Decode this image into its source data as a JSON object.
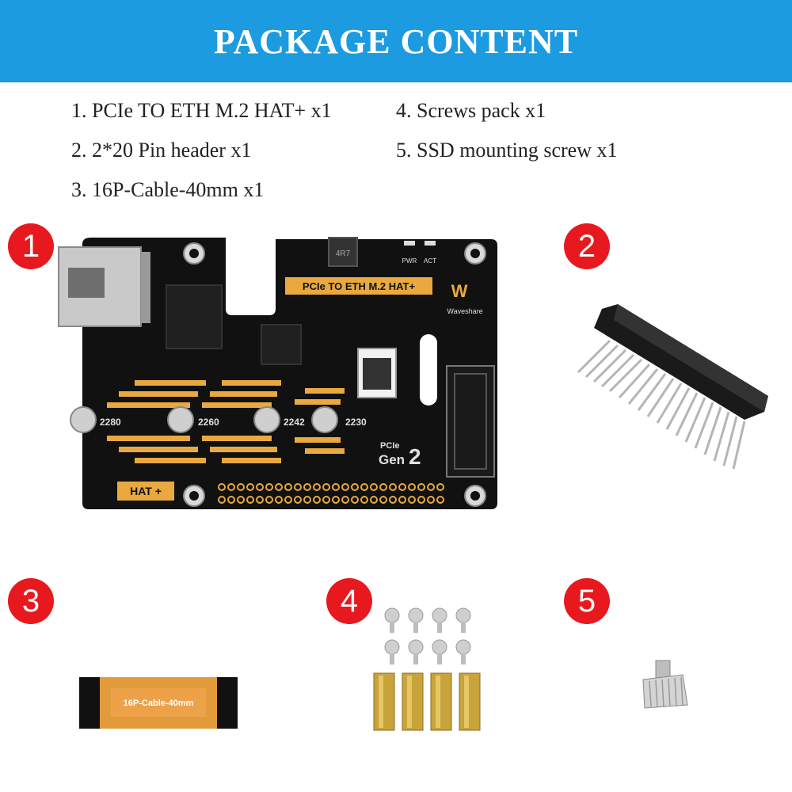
{
  "header": {
    "title": "PACKAGE CONTENT"
  },
  "contents": {
    "left": [
      "1. PCIe TO ETH M.2 HAT+ x1",
      "2. 2*20 Pin header x1",
      "3. 16P-Cable-40mm x1"
    ],
    "right": [
      "4. Screws pack x1",
      "5. SSD mounting screw x1"
    ]
  },
  "badges": [
    "1",
    "2",
    "3",
    "4",
    "5"
  ],
  "board": {
    "label": "PCIe TO ETH M.2 HAT+",
    "brand": "Waveshare",
    "led_pwr": "PWR",
    "led_act": "ACT",
    "inductor": "4R7",
    "sizes": [
      "2280",
      "2260",
      "2242",
      "2230"
    ],
    "pcie": "PCIe",
    "gen": "Gen",
    "gen_number": "2",
    "hat": "HAT +"
  },
  "cable": {
    "label": "16P-Cable-40mm"
  },
  "colors": {
    "banner": "#1c9be0",
    "badge": "#e8191e",
    "pcb": "#111111",
    "gold": "#e9a93f",
    "cable": "#e39a3a"
  }
}
